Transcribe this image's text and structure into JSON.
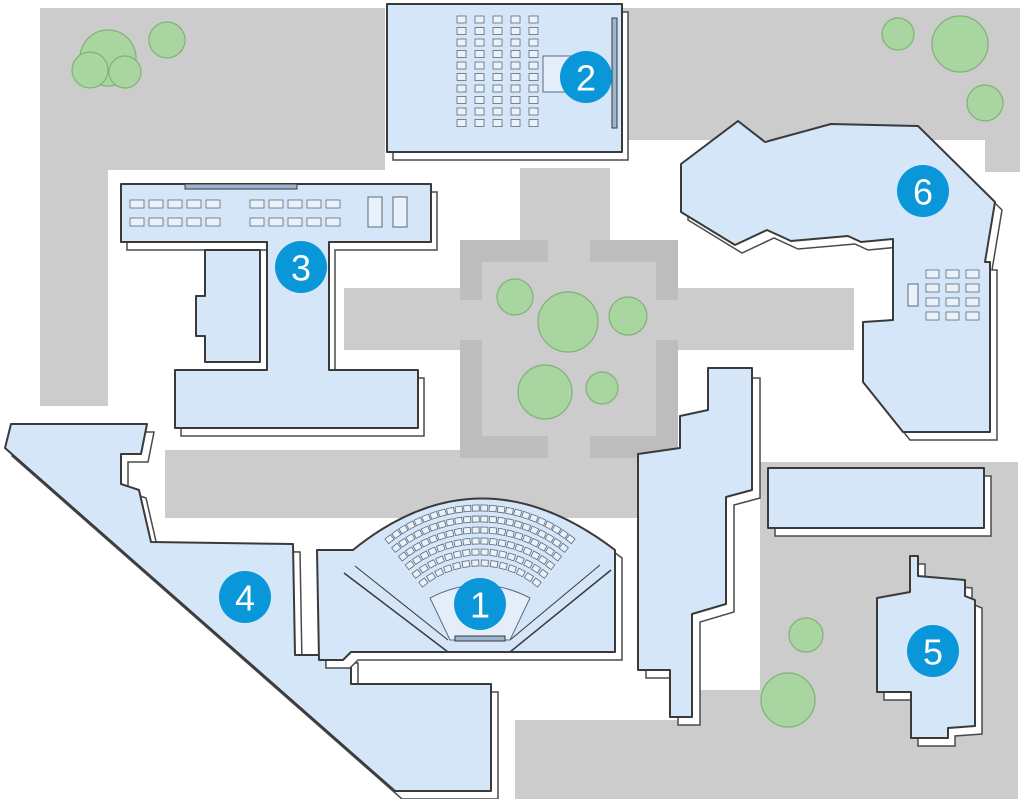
{
  "map": {
    "markers": [
      {
        "label": "1",
        "building": "amphitheater"
      },
      {
        "label": "2",
        "building": "lecture-hall"
      },
      {
        "label": "3",
        "building": "t-shaped-building"
      },
      {
        "label": "4",
        "building": "long-diagonal-building"
      },
      {
        "label": "5",
        "building": "small-building-south-east"
      },
      {
        "label": "6",
        "building": "office-building-north-east"
      }
    ],
    "colors": {
      "building_fill": "#d4e6f8",
      "outline": "#3a3a3a",
      "walkway": "#cccccc",
      "plaza_border": "#bdbdbd",
      "tree": "#a8d5a0",
      "marker": "#0a97d9",
      "background": "#ffffff"
    }
  }
}
